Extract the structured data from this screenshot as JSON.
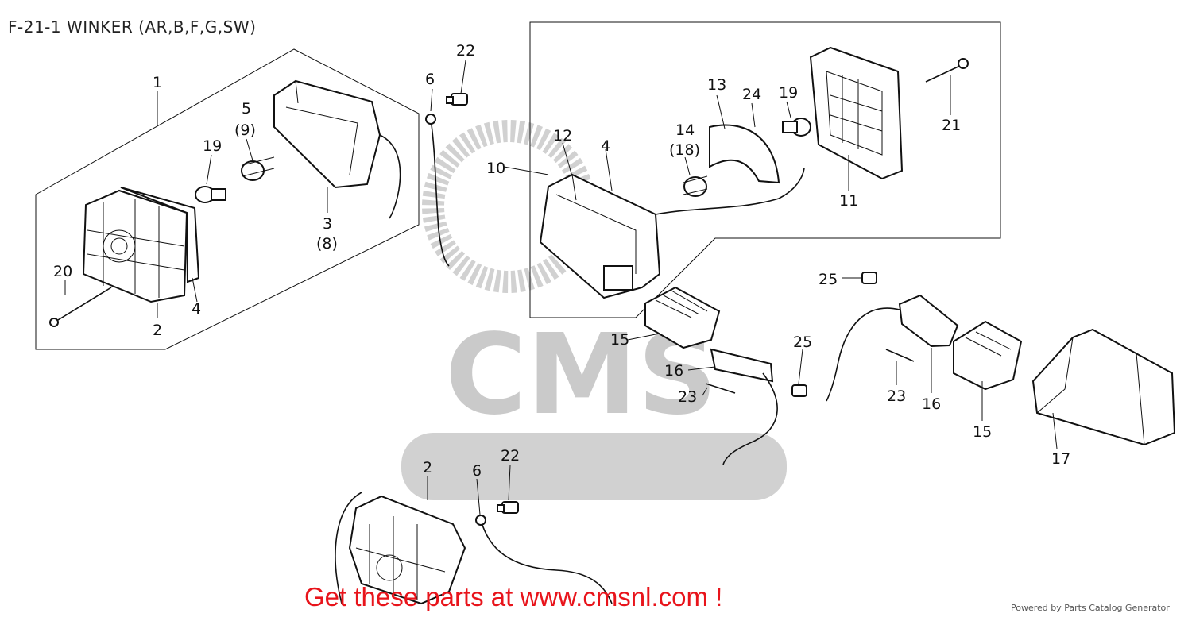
{
  "title": "F-21-1 WINKER (AR,B,F,G,SW)",
  "promo": "Get these parts at www.cmsnl.com !",
  "powered_by": "Powered by Parts Catalog Generator",
  "watermark": {
    "text": "CMS",
    "color": "#b0b0b0"
  },
  "callouts": [
    {
      "id": "c1",
      "text": "1"
    },
    {
      "id": "c5",
      "text": "5"
    },
    {
      "id": "c9",
      "text": "(9)"
    },
    {
      "id": "c19a",
      "text": "19"
    },
    {
      "id": "c3",
      "text": "3"
    },
    {
      "id": "c8",
      "text": "(8)"
    },
    {
      "id": "c20",
      "text": "20"
    },
    {
      "id": "c2a",
      "text": "2"
    },
    {
      "id": "c4a",
      "text": "4"
    },
    {
      "id": "c6a",
      "text": "6"
    },
    {
      "id": "c22a",
      "text": "22"
    },
    {
      "id": "c10",
      "text": "10"
    },
    {
      "id": "c12",
      "text": "12"
    },
    {
      "id": "c4b",
      "text": "4"
    },
    {
      "id": "c13",
      "text": "13"
    },
    {
      "id": "c24",
      "text": "24"
    },
    {
      "id": "c19b",
      "text": "19"
    },
    {
      "id": "c14",
      "text": "14"
    },
    {
      "id": "c18",
      "text": "(18)"
    },
    {
      "id": "c21",
      "text": "21"
    },
    {
      "id": "c11",
      "text": "11"
    },
    {
      "id": "c25a",
      "text": "25"
    },
    {
      "id": "c25b",
      "text": "25"
    },
    {
      "id": "c15a",
      "text": "15"
    },
    {
      "id": "c16a",
      "text": "16"
    },
    {
      "id": "c23a",
      "text": "23"
    },
    {
      "id": "c23b",
      "text": "23"
    },
    {
      "id": "c16b",
      "text": "16"
    },
    {
      "id": "c15b",
      "text": "15"
    },
    {
      "id": "c17",
      "text": "17"
    },
    {
      "id": "c2b",
      "text": "2"
    },
    {
      "id": "c6b",
      "text": "6"
    },
    {
      "id": "c22b",
      "text": "22"
    }
  ]
}
